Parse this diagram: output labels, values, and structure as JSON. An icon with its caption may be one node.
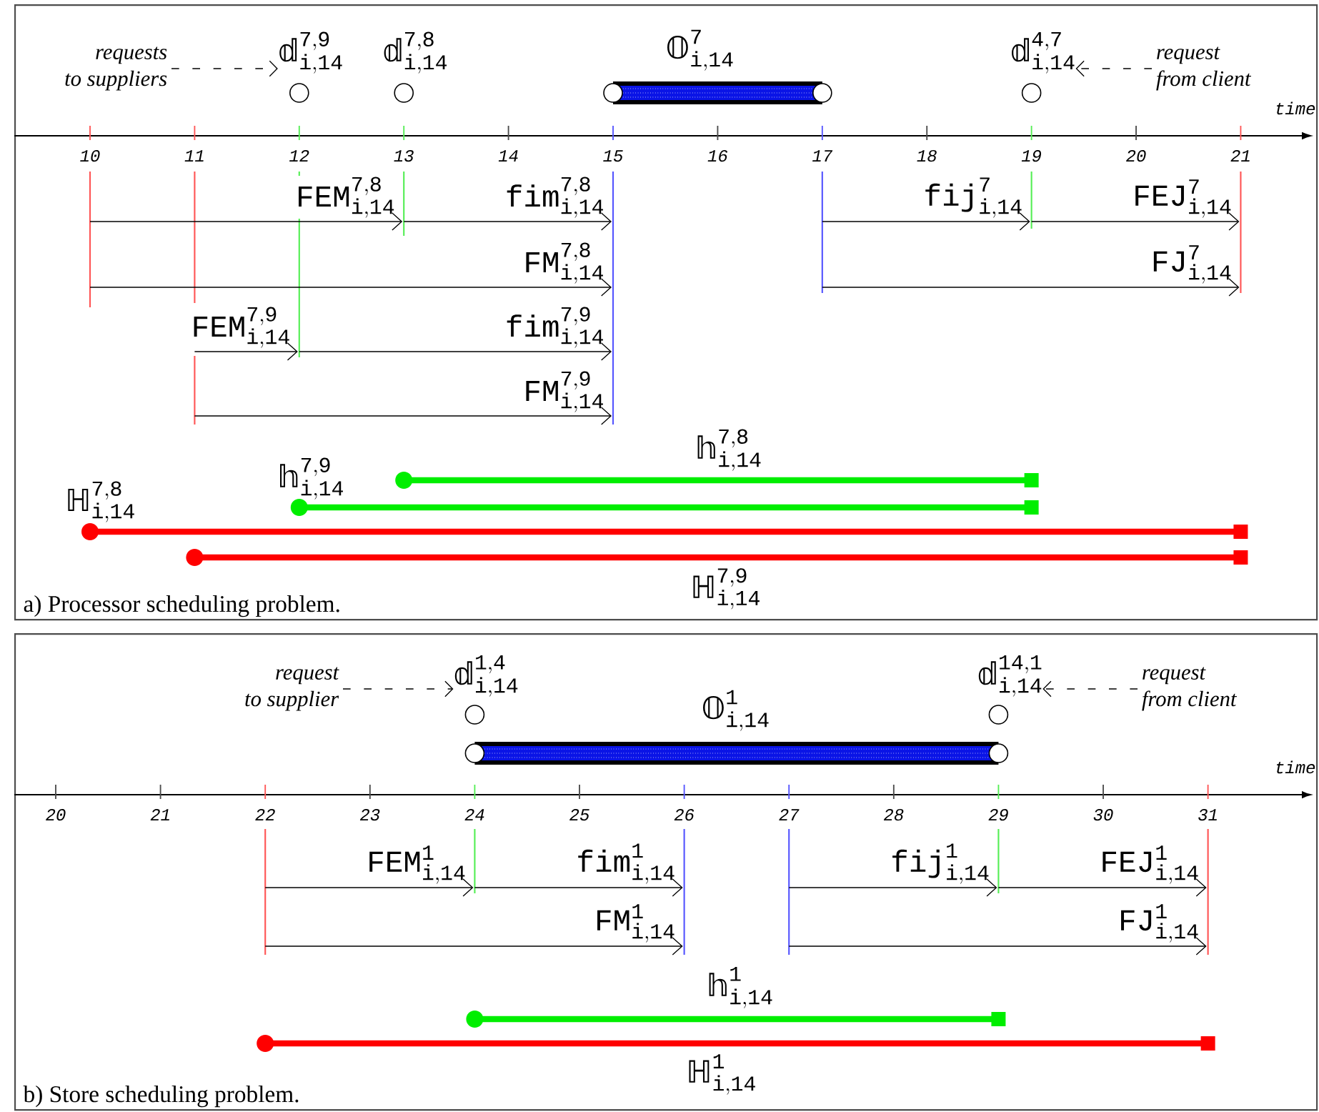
{
  "diagram": {
    "nodes": [
      {
        "text": [
          "a) Processor scheduling problem."
        ]
      },
      {
        "text": [
          "requests to suppliers"
        ],
        "in": 0
      },
      {
        "text": [
          "\\mbox{𝕕}^{\\mathtt{7,9}}_{\\mathtt{i,14}}"
        ],
        "in": 0
      },
      {
        "text": [
          "\\mbox{𝕕}^{\\mathtt{7,8}}_{\\mathtt{i,14}}"
        ],
        "in": 0
      },
      {
        "text": [
          "\\mbox{𝕕}^{\\mathtt{4,7}}_{\\mathtt{i,14}}"
        ],
        "in": 0
      },
      {
        "text": [
          "request from client"
        ],
        "in": 0
      },
      {
        "text": [
          "b) Store scheduling problem."
        ]
      },
      {
        "text": [
          "request to supplier"
        ],
        "in": 6
      },
      {
        "text": [
          "\\mbox{𝕕}^{\\mathtt{1,4}}_{\\mathtt{i,14}}"
        ],
        "in": 6
      },
      {
        "text": [
          "\\mbox{𝕕}^{\\mathtt{14,1}}_{\\mathtt{i,14}}"
        ],
        "in": 6
      },
      {
        "text": [
          "request from client"
        ],
        "in": 6
      }
    ],
    "edges": [
      {
        "from": 1,
        "to": 2,
        "arrow": "to",
        "style": "dashed"
      },
      {
        "from": 5,
        "to": 4,
        "arrow": "to",
        "style": "dashed"
      },
      {
        "from": 7,
        "to": 8,
        "arrow": "to",
        "style": "dashed"
      },
      {
        "from": 10,
        "to": 9,
        "arrow": "to",
        "style": "dashed"
      }
    ],
    "labels": [
      "\\mbox{𝕆}^{\\mathtt{7}}_{\\mathtt{i,14}}",
      "time",
      "10",
      "11",
      "12",
      "13",
      "14",
      "15",
      "16",
      "17",
      "18",
      "19",
      "20",
      "21",
      "\\mathtt{FEM}^{\\mathtt{7,8}}_{\\mathtt{i,14}}",
      "\\mathtt{fim}^{\\mathtt{7,8}}_{\\mathtt{i,14}}",
      "\\mathtt{fij}^{\\mathtt{7}}_{\\mathtt{i,14}}",
      "\\mathtt{FEJ}^{\\mathtt{7}}_{\\mathtt{i,14}}",
      "\\mathtt{FM}^{\\mathtt{7,8}}_{\\mathtt{i,14}}",
      "\\mathtt{FJ}^{\\mathtt{7}}_{\\mathtt{i,14}}",
      "\\mathtt{FEM}^{\\mathtt{7,9}}_{\\mathtt{i,14}}",
      "\\mathtt{fim}^{\\mathtt{7,9}}_{\\mathtt{i,14}}",
      "\\mathtt{FM}^{\\mathtt{7,9}}_{\\mathtt{i,14}}",
      "\\mbox{𝕙}^{\\mathtt{7,8}}_{\\mathtt{i,14}}",
      "\\mbox{𝕙}^{\\mathtt{7,9}}_{\\mathtt{i,14}}",
      "\\mbox{ℍ}^{\\mathtt{7,8}}_{\\mathtt{i,14}}",
      "\\mbox{ℍ}^{\\mathtt{7,9}}_{\\mathtt{i,14}}",
      "\\mbox{𝕆}^{\\mathtt{1}}_{\\mathtt{i,14}}",
      "time",
      "20",
      "21",
      "22",
      "23",
      "24",
      "25",
      "26",
      "27",
      "28",
      "29",
      "30",
      "31",
      "\\mathtt{FEM}^{\\mathtt{1}}_{\\mathtt{i,14}}",
      "\\mathtt{fim}^{\\mathtt{1}}_{\\mathtt{i,14}}",
      "\\mathtt{fij}^{\\mathtt{1}}_{\\mathtt{i,14}}",
      "\\mathtt{FEJ}^{\\mathtt{1}}_{\\mathtt{i,14}}",
      "\\mathtt{FM}^{\\mathtt{1}}_{\\mathtt{i,14}}",
      "\\mathtt{FJ}^{\\mathtt{1}}_{\\mathtt{i,14}}",
      "\\mbox{𝕙}^{\\mathtt{1}}_{\\mathtt{i,14}}",
      "\\mbox{ℍ}^{\\mathtt{1}}_{\\mathtt{i,14}}"
    ]
  }
}
